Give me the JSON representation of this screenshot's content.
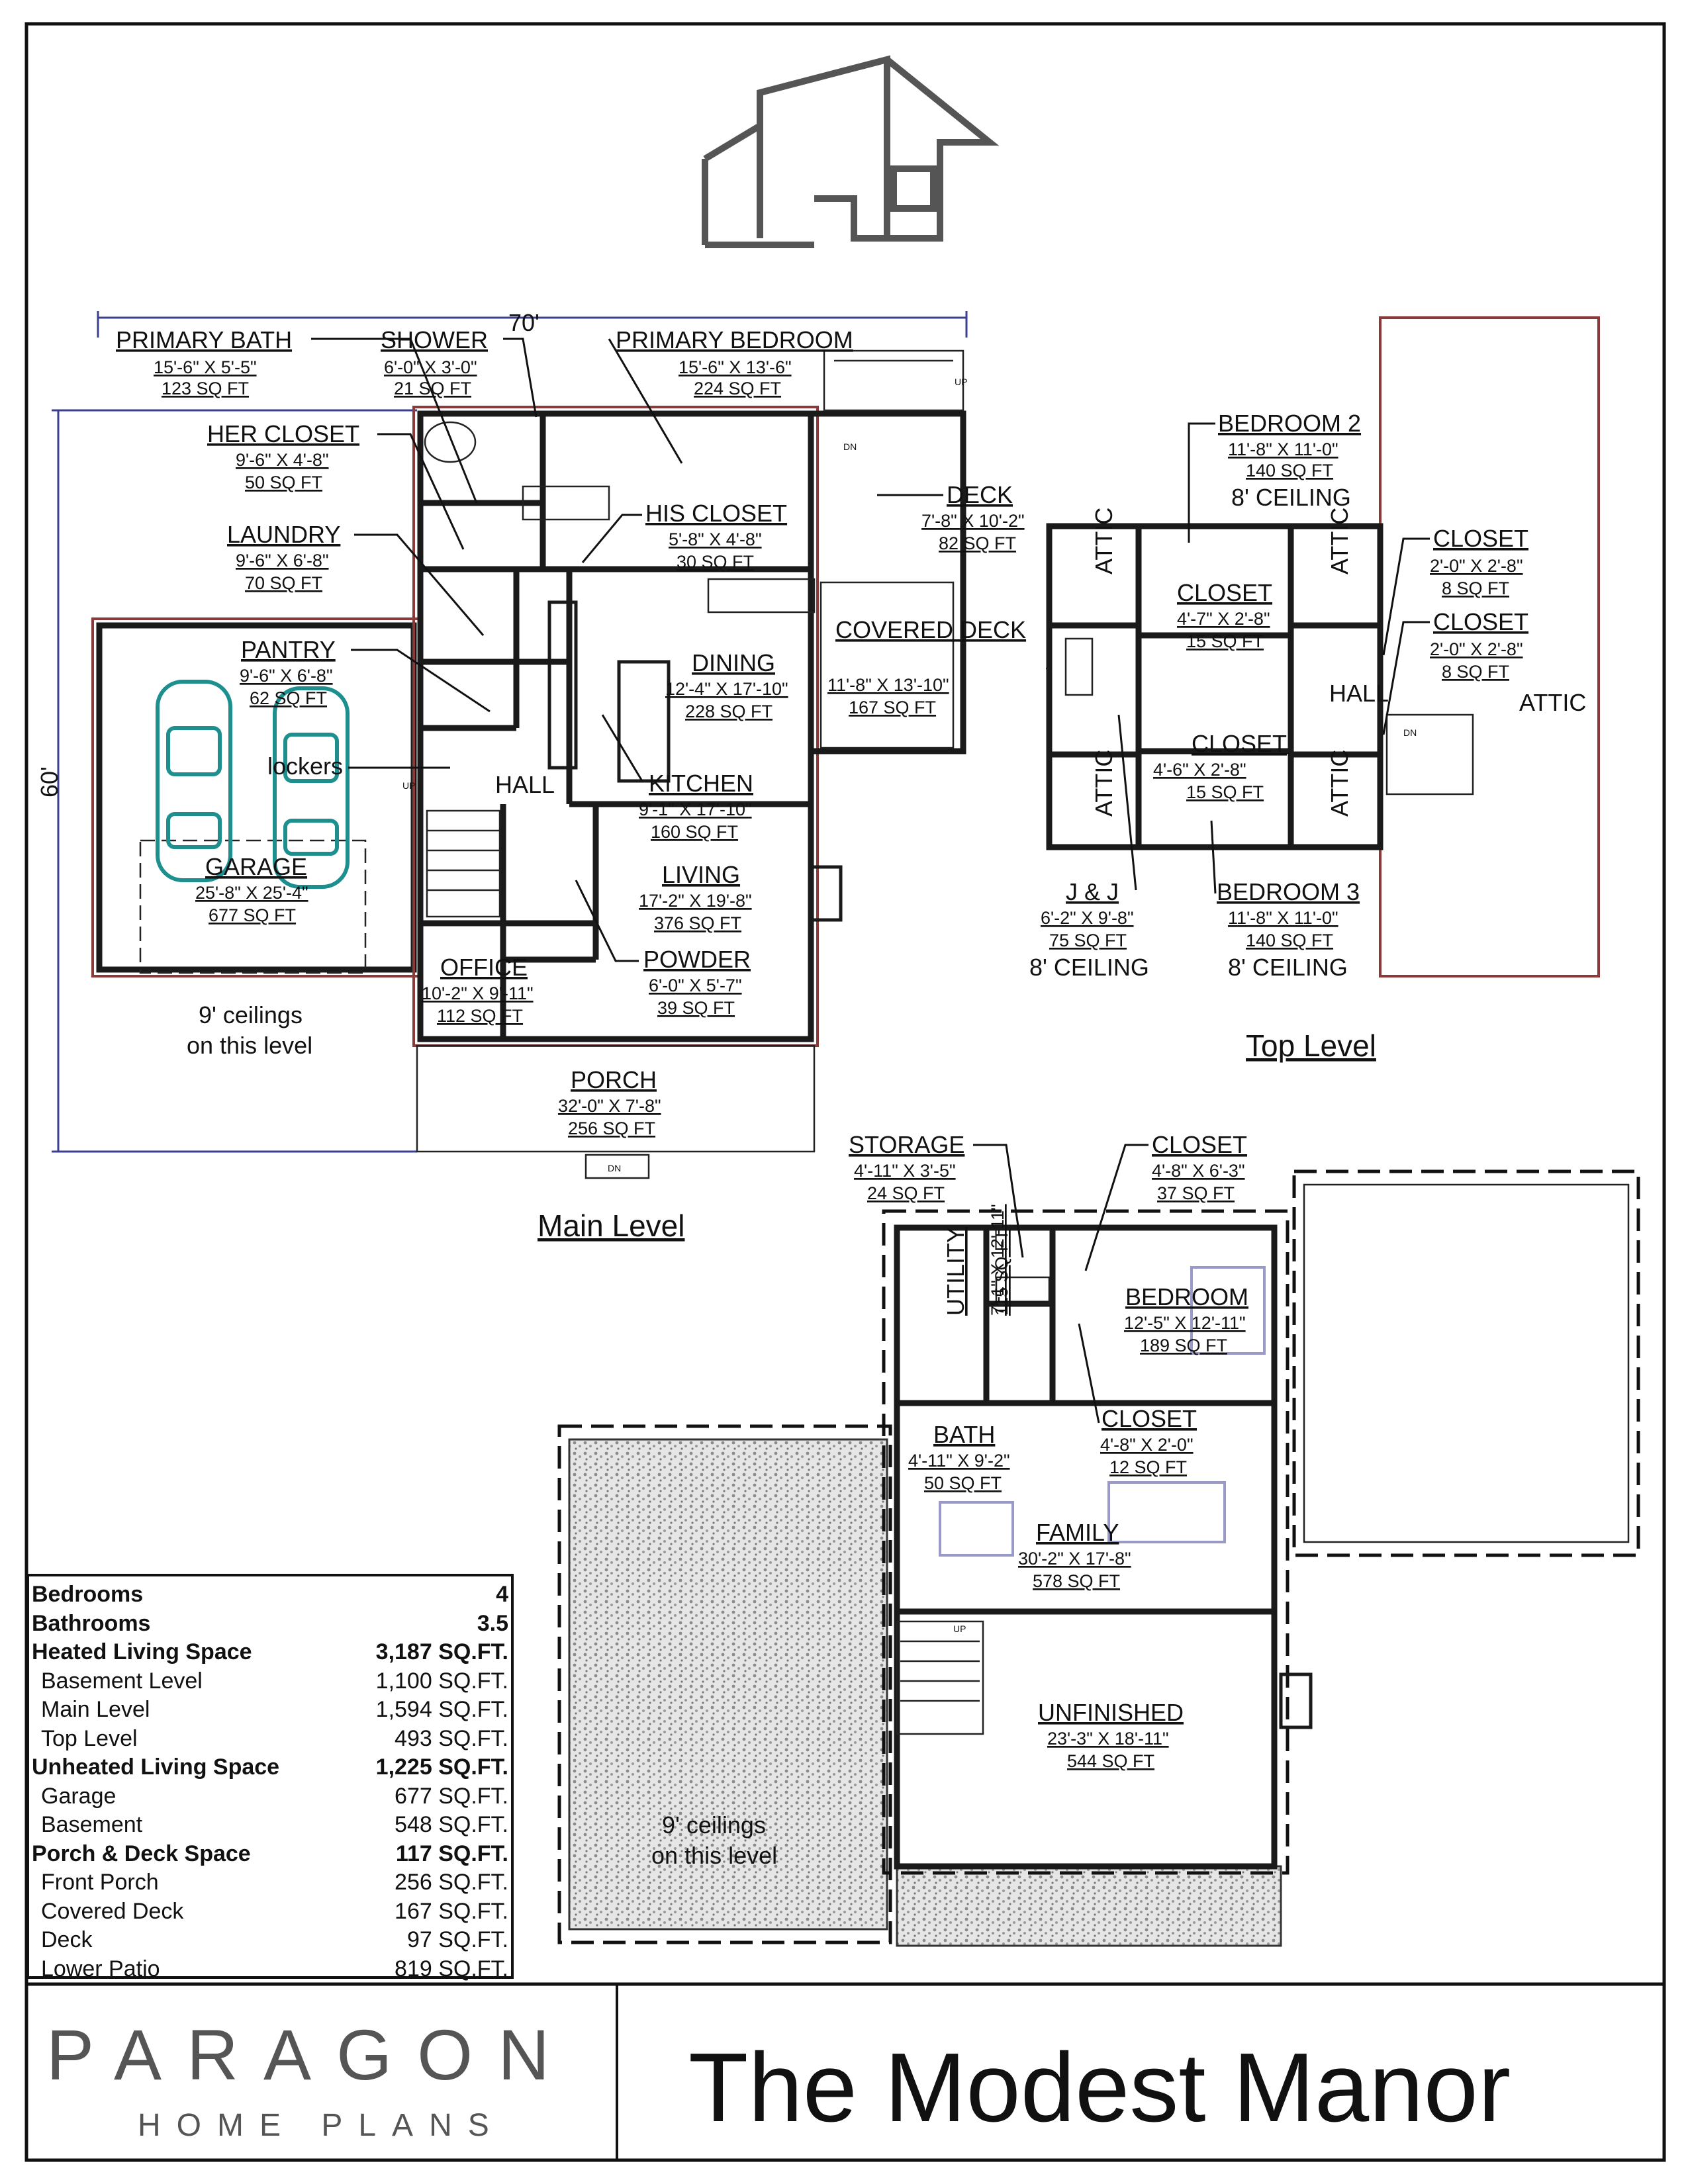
{
  "main_level": {
    "title": "Main Level",
    "dim_width": "70'",
    "dim_depth": "60'",
    "ceiling_note": [
      "9' ceilings",
      "on this level"
    ],
    "rooms": [
      {
        "name": "PRIMARY BATH",
        "dim": "15'-6\" X 5'-5\"",
        "area": "123 SQ FT"
      },
      {
        "name": "SHOWER",
        "dim": "6'-0\" X 3'-0\"",
        "area": "21 SQ FT"
      },
      {
        "name": "PRIMARY BEDROOM",
        "dim": "15'-6\" X 13'-6\"",
        "area": "224 SQ FT"
      },
      {
        "name": "HER CLOSET",
        "dim": "9'-6\" X 4'-8\"",
        "area": "50 SQ FT"
      },
      {
        "name": "HIS CLOSET",
        "dim": "5'-8\" X 4'-8\"",
        "area": "30 SQ FT"
      },
      {
        "name": "DECK",
        "dim": "7'-8\" X 10'-2\"",
        "area": "82 SQ FT"
      },
      {
        "name": "LAUNDRY",
        "dim": "9'-6\" X 6'-8\"",
        "area": "70 SQ FT"
      },
      {
        "name": "COVERED DECK",
        "dim": "11'-8\" X 13'-10\"",
        "area": "167 SQ FT"
      },
      {
        "name": "PANTRY",
        "dim": "9'-6\" X 6'-8\"",
        "area": "62 SQ FT"
      },
      {
        "name": "DINING",
        "dim": "12'-4\" X 17'-10\"",
        "area": "228 SQ FT"
      },
      {
        "name": "KITCHEN",
        "dim": "9'-1\" X 17'-10\"",
        "area": "160 SQ FT"
      },
      {
        "name": "GARAGE",
        "dim": "25'-8\" X 25'-4\"",
        "area": "677 SQ FT"
      },
      {
        "name": "LIVING",
        "dim": "17'-2\" X 19'-8\"",
        "area": "376 SQ FT"
      },
      {
        "name": "POWDER",
        "dim": "6'-0\" X 5'-7\"",
        "area": "39 SQ FT"
      },
      {
        "name": "OFFICE",
        "dim": "10'-2\" X 9'-11\"",
        "area": "112 SQ FT"
      },
      {
        "name": "PORCH",
        "dim": "32'-0\" X 7'-8\"",
        "area": "256 SQ FT"
      }
    ],
    "labels": {
      "hall": "HALL",
      "lockers": "lockers",
      "up": "UP",
      "dn": "DN"
    }
  },
  "top_level": {
    "title": "Top Level",
    "rooms": [
      {
        "name": "BEDROOM 2",
        "dim": "11'-8\" X 11'-0\"",
        "area": "140 SQ FT",
        "ceiling": "8' CEILING"
      },
      {
        "name": "CLOSET",
        "dim": "4'-7\" X 2'-8\"",
        "area": "15 SQ FT"
      },
      {
        "name": "CLOSET",
        "dim": "2'-0\" X 2'-8\"",
        "area": "8 SQ FT"
      },
      {
        "name": "CLOSET",
        "dim": "2'-0\" X 2'-8\"",
        "area": "8 SQ FT"
      },
      {
        "name": "CLOSET",
        "dim": "4'-6\" X 2'-8\"",
        "area": "15 SQ FT"
      },
      {
        "name": "J & J",
        "dim": "6'-2\" X 9'-8\"",
        "area": "75 SQ FT",
        "ceiling": "8' CEILING"
      },
      {
        "name": "BEDROOM 3",
        "dim": "11'-8\" X 11'-0\"",
        "area": "140 SQ FT",
        "ceiling": "8' CEILING"
      }
    ],
    "labels": {
      "attic": "ATTIC",
      "hall": "HALL",
      "dn": "DN"
    }
  },
  "basement_level": {
    "ceiling_note": [
      "9' ceilings",
      "on this level"
    ],
    "rooms": [
      {
        "name": "STORAGE",
        "dim": "4'-11\" X 3'-5\"",
        "area": "24 SQ FT"
      },
      {
        "name": "CLOSET",
        "dim": "4'-8\" X 6'-3\"",
        "area": "37 SQ FT"
      },
      {
        "name": "UTILITY",
        "dim": "7'-1\" X 12'-11\"",
        "area": "115 SQ FT"
      },
      {
        "name": "BEDROOM",
        "dim": "12'-5\" X 12'-11\"",
        "area": "189 SQ FT"
      },
      {
        "name": "BATH",
        "dim": "4'-11\" X 9'-2\"",
        "area": "50 SQ FT"
      },
      {
        "name": "CLOSET",
        "dim": "4'-8\" X 2'-0\"",
        "area": "12 SQ FT"
      },
      {
        "name": "FAMILY",
        "dim": "30'-2\" X 17'-8\"",
        "area": "578 SQ FT"
      },
      {
        "name": "UNFINISHED",
        "dim": "23'-3\" X 18'-11\"",
        "area": "544 SQ FT"
      }
    ],
    "labels": {
      "up": "UP"
    }
  },
  "stats": [
    {
      "k": "Bedrooms",
      "v": "4",
      "bold": true
    },
    {
      "k": "Bathrooms",
      "v": "3.5",
      "bold": true
    },
    {
      "k": "Heated Living Space",
      "v": "3,187 SQ.FT.",
      "bold": true
    },
    {
      "k": "Basement Level",
      "v": "1,100 SQ.FT.",
      "indent": true
    },
    {
      "k": "Main Level",
      "v": "1,594 SQ.FT.",
      "indent": true
    },
    {
      "k": "Top Level",
      "v": "493 SQ.FT.",
      "indent": true
    },
    {
      "k": "Unheated Living Space",
      "v": "1,225 SQ.FT.",
      "bold": true
    },
    {
      "k": "Garage",
      "v": "677 SQ.FT.",
      "indent": true
    },
    {
      "k": "Basement",
      "v": "548 SQ.FT.",
      "indent": true
    },
    {
      "k": "Porch & Deck Space",
      "v": "117 SQ.FT.",
      "bold": true
    },
    {
      "k": "Front Porch",
      "v": "256 SQ.FT.",
      "indent": true
    },
    {
      "k": "Covered Deck",
      "v": "167 SQ.FT.",
      "indent": true
    },
    {
      "k": "Deck",
      "v": "97 SQ.FT.",
      "indent": true
    },
    {
      "k": "Lower Patio",
      "v": "819 SQ.FT.",
      "indent": true
    }
  ],
  "brand": {
    "name": "PARAGON",
    "sub": "HOME PLANS"
  },
  "plan_name": "The Modest Manor",
  "colors": {
    "ink": "#1a1a1a",
    "exterior_wall": "#8b3a3a",
    "dimension": "#3b3f8f",
    "car": "#1e8f8f",
    "furniture": "#9a9ac8",
    "brand_grey": "#555555"
  }
}
